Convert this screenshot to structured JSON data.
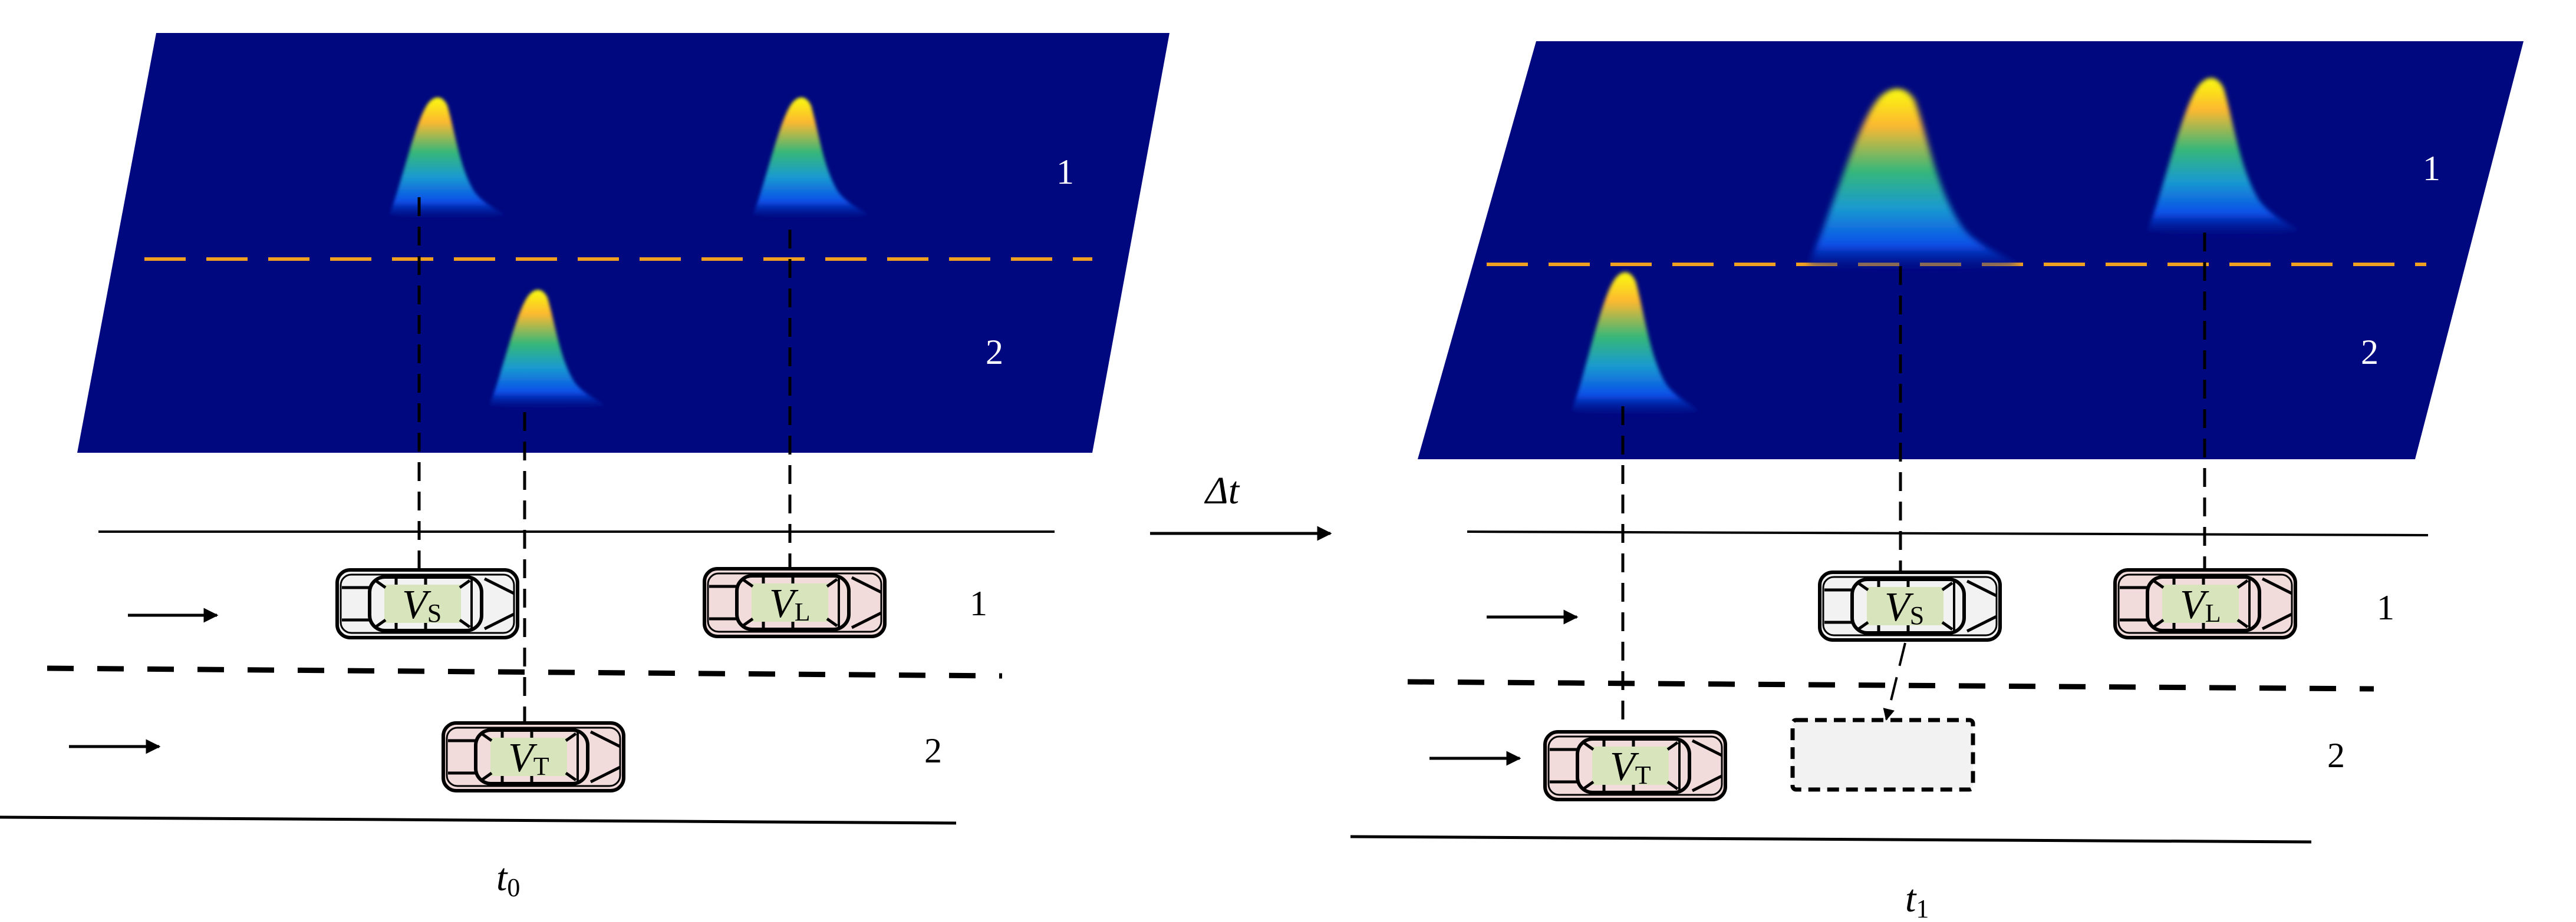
{
  "colors": {
    "plane": "#00087f",
    "lane_divider_plane": "#f0a020",
    "car_target": "#f2dcdb",
    "car_surround": "#f2f2f2",
    "cabin": "#d8e4bc",
    "ghost_box": "#f2f2f2"
  },
  "transition": {
    "label": "Δt"
  },
  "panels": [
    {
      "time_label": "t",
      "time_sub": "0",
      "plane_lane_labels": [
        "1",
        "2"
      ],
      "road_lane_labels": [
        "1",
        "2"
      ],
      "vehicles": [
        {
          "name": "V",
          "sub": "S",
          "lane": 1
        },
        {
          "name": "V",
          "sub": "L",
          "lane": 1
        },
        {
          "name": "V",
          "sub": "T",
          "lane": 2
        }
      ]
    },
    {
      "time_label": "t",
      "time_sub": "1",
      "plane_lane_labels": [
        "1",
        "2"
      ],
      "road_lane_labels": [
        "1",
        "2"
      ],
      "vehicles": [
        {
          "name": "V",
          "sub": "S",
          "lane": 1
        },
        {
          "name": "V",
          "sub": "L",
          "lane": 1
        },
        {
          "name": "V",
          "sub": "T",
          "lane": 2
        }
      ]
    }
  ]
}
